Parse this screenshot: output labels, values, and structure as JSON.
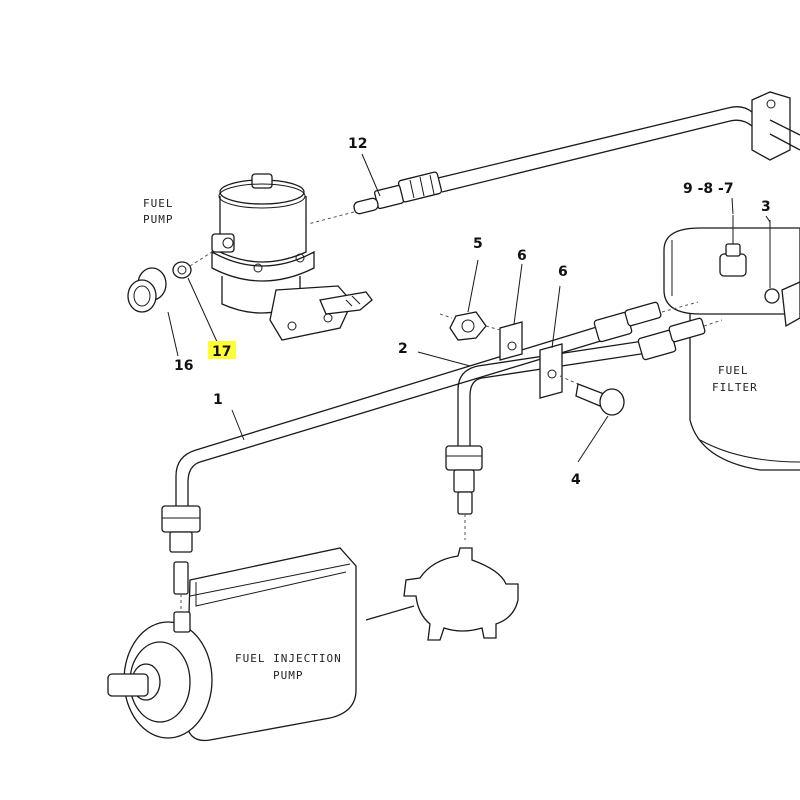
{
  "labels": {
    "fuel_pump": [
      "FUEL",
      "PUMP"
    ],
    "fuel_filter": [
      "FUEL",
      "FILTER"
    ],
    "fuel_injection_pump": [
      "FUEL INJECTION",
      "PUMP"
    ]
  },
  "callouts": {
    "c1": "1",
    "c2": "2",
    "c3": "3",
    "c4": "4",
    "c5": "5",
    "c6a": "6",
    "c6b": "6",
    "c987": "9 -8 -7",
    "c12": "12",
    "c16": "16",
    "c17": "17"
  },
  "colors": {
    "highlight": "#ffff33",
    "ink": "#1a1a1a"
  }
}
